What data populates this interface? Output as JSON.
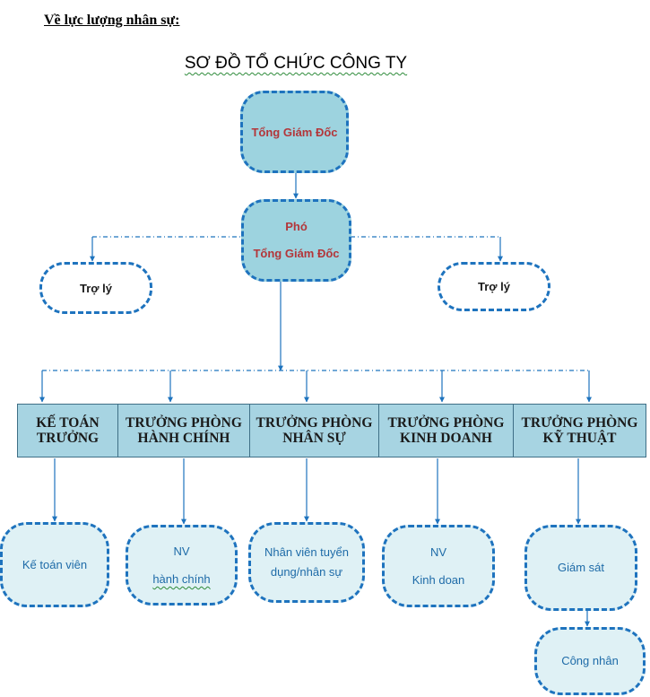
{
  "heading": "Về lực lượng nhân sự:",
  "title": "SƠ ĐỒ TỔ CHỨC CÔNG TY",
  "nodes": {
    "ceo": "Tổng Giám Đốc",
    "deputy_line1": "Phó",
    "deputy_line2": "Tổng Giám Đốc",
    "assistant_left": "Trợ lý",
    "assistant_right": "Trợ lý"
  },
  "departments": [
    "KẾ TOÁN TRƯỞNG",
    "TRƯỞNG PHÒNG HÀNH CHÍNH",
    "TRƯỞNG PHÒNG NHÂN SỰ",
    "TRƯỞNG PHÒNG KINH DOANH",
    "TRƯỞNG PHÒNG KỸ THUẬT"
  ],
  "staff": {
    "accounting": "Kế toán viên",
    "admin_line1": "NV",
    "admin_line2": "hành chính",
    "hr_line1": "Nhân viên tuyển",
    "hr_line2": "dụng/nhân sự",
    "sales_line1": "NV",
    "sales_line2": "Kinh doan",
    "supervisor": "Giám sát",
    "worker": "Công nhân"
  },
  "colors": {
    "connector": "#1e73be",
    "node_dark_fill": "#9dd3df",
    "node_dark_text": "#b3363a",
    "node_light_fill": "#dff1f5",
    "node_light_text": "#1e6ba8",
    "dept_fill": "#a7d4e2"
  }
}
